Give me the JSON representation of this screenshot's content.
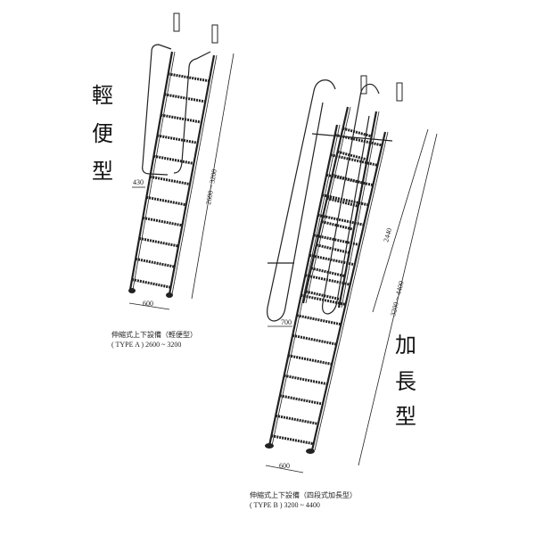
{
  "type_a": {
    "title_chars": [
      "輕",
      "便",
      "型"
    ],
    "caption_line1": "伸縮式上下設備（輕便型）",
    "caption_line2": "( TYPE A ) 2600 ~ 3200",
    "dim_height": "2600 ~ 3200",
    "dim_width": "600",
    "dim_handrail": "430"
  },
  "type_b": {
    "title_chars": [
      "加",
      "長",
      "型"
    ],
    "caption_line1": "伸縮式上下設備（四段式加長型）",
    "caption_line2": "( TYPE B ) 3200 ~ 4400",
    "dim_height": "3200 ~ 4400",
    "dim_section": "2440",
    "dim_width": "600",
    "dim_handrail": "700"
  },
  "colors": {
    "line": "#222222",
    "background": "#ffffff"
  }
}
